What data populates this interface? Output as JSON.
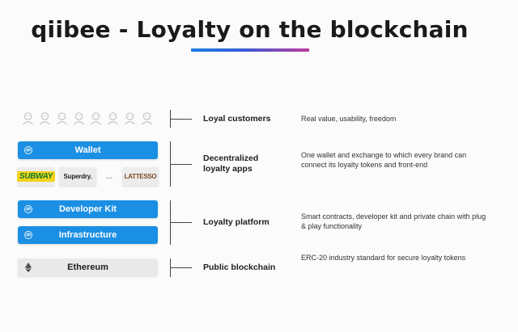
{
  "title": "qiibee - Loyalty on the blockchain",
  "accent_gradient": [
    "#1a7ee0",
    "#c0399a"
  ],
  "button_color": "#1a8fe3",
  "customers": {
    "icon": "customer-icon",
    "count": 8
  },
  "buttons": {
    "wallet": "Wallet",
    "developer_kit": "Developer Kit",
    "infrastructure": "Infrastructure",
    "ethereum": "Ethereum"
  },
  "brand_logos": {
    "subway": "SUBWAY",
    "superdry": "Superdry.",
    "ellipsis": "...",
    "latesso": "LATTESSO"
  },
  "layers": [
    {
      "label": "Loyal customers",
      "description": "Real value, usability, freedom"
    },
    {
      "label": "Decentralized loyalty apps",
      "description": "One wallet and exchange to which every brand can connect its loyalty tokens and front-end"
    },
    {
      "label": "Loyalty platform",
      "description": "Smart contracts, developer kit and private chain with plug & play functionality"
    },
    {
      "label": "Public blockchain",
      "description": "ERC-20 industry standard for secure loyalty tokens"
    }
  ]
}
